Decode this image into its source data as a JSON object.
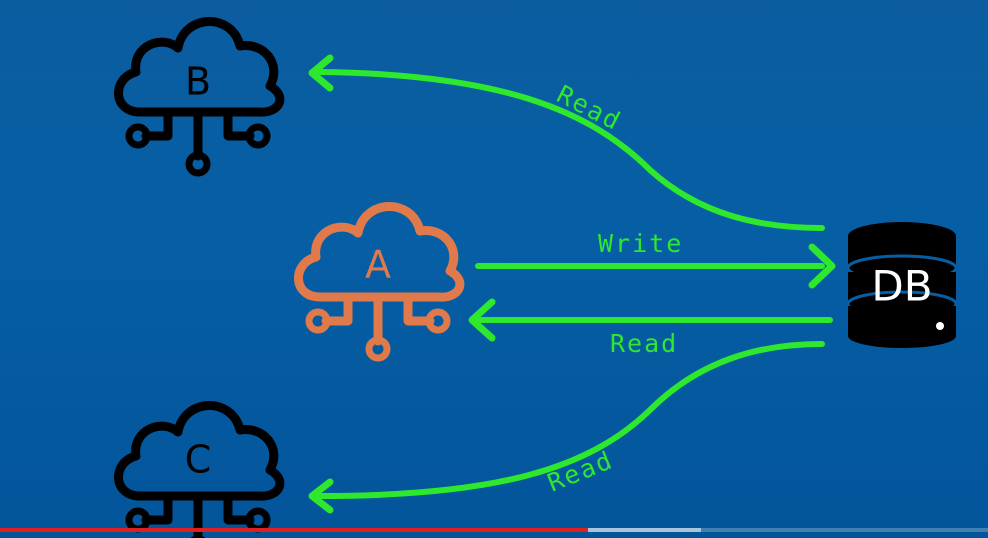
{
  "nodes": {
    "a": {
      "letter": "A"
    },
    "b": {
      "letter": "B"
    },
    "c": {
      "letter": "C"
    },
    "db": {
      "label": "DB"
    }
  },
  "flows": {
    "db_to_b": {
      "label": "Read"
    },
    "a_to_db": {
      "label": "Write"
    },
    "db_to_a": {
      "label": "Read"
    },
    "db_to_c": {
      "label": "Read"
    }
  },
  "colors": {
    "arrow": "#2ee82e",
    "node_a": "#e07a4b",
    "node_other": "#000000",
    "db_fill": "#000000",
    "db_text": "#ffffff"
  },
  "progress": {
    "played_fraction": 0.595,
    "buffered_fraction": 0.71
  }
}
